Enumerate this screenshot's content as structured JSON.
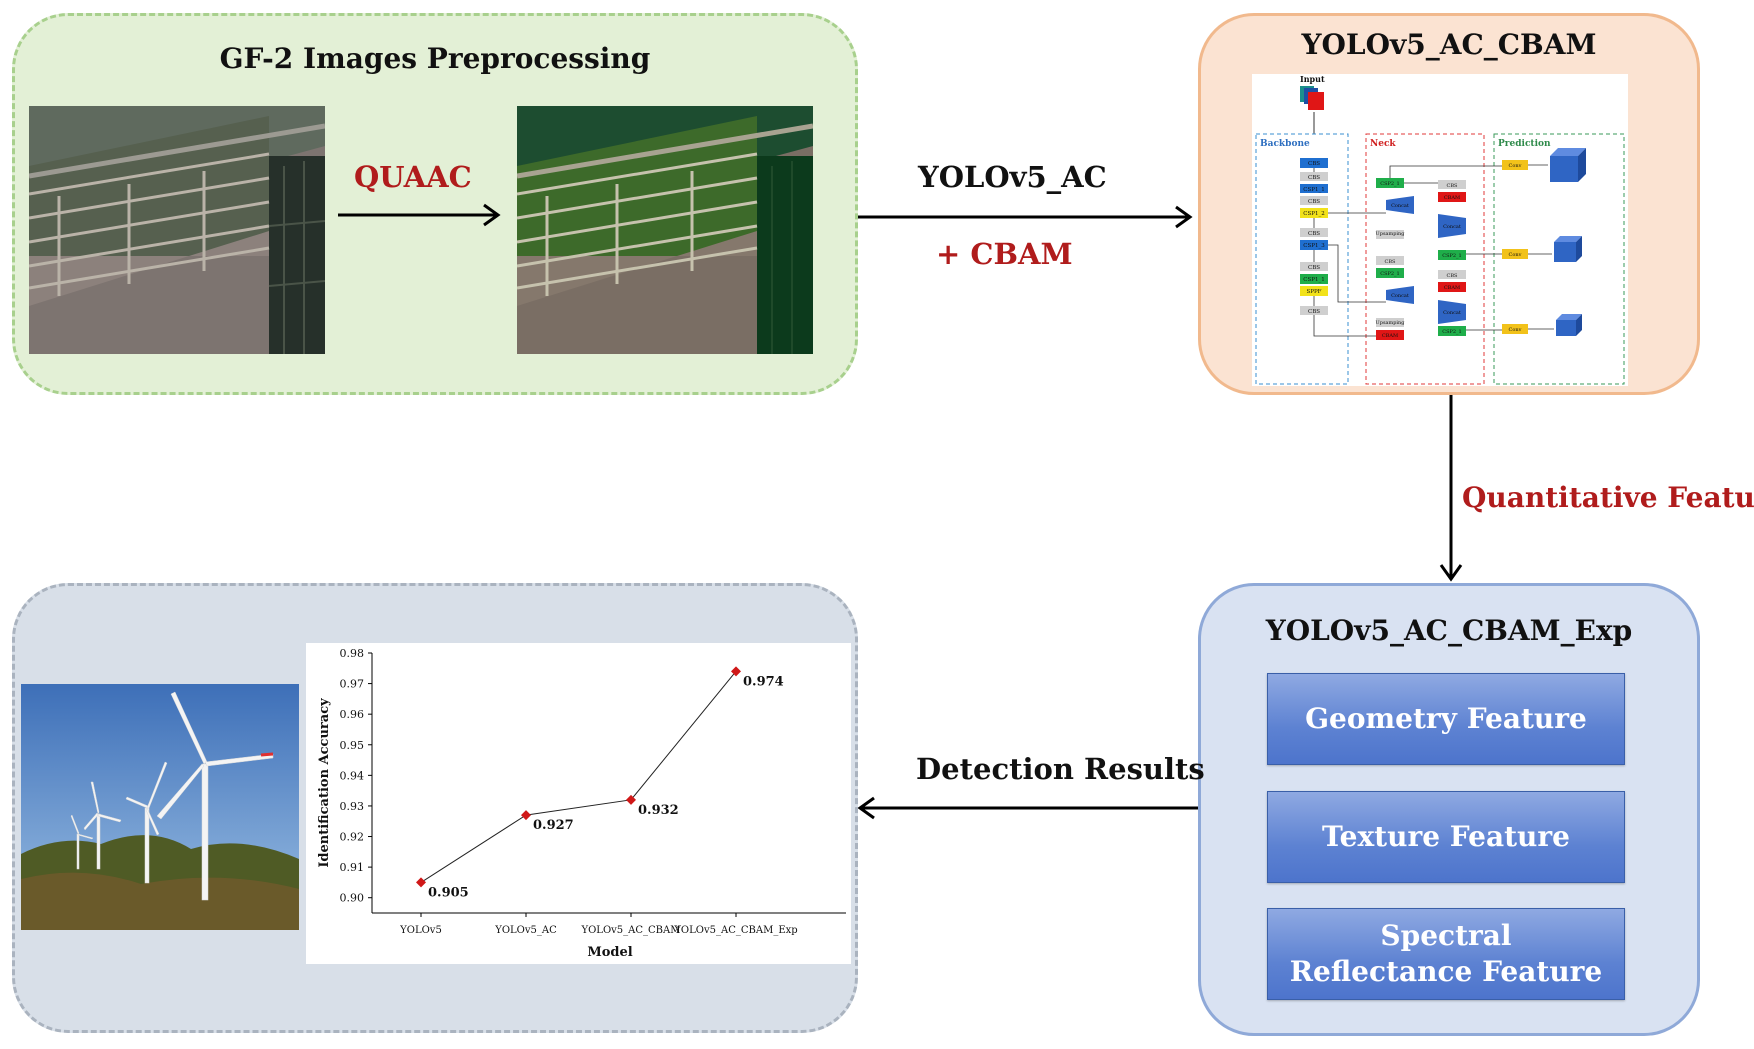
{
  "preprocessing": {
    "title": "GF-2 Images Preprocessing",
    "method_label": "QUAAC"
  },
  "model_panel": {
    "title": "YOLOv5_AC_CBAM",
    "input_label": "Input",
    "sections": [
      "Backbone",
      "Neck",
      "Prediction"
    ],
    "backbone_blocks": [
      "CBS",
      "CBS",
      "CSP1_1",
      "CBS",
      "CSP1_2",
      "CBS",
      "CSP1_3",
      "CBS",
      "CSP1_1",
      "SPPF",
      "CBS"
    ],
    "neck_labels": [
      "CSP2_1",
      "Concat",
      "Upsamping",
      "CBS",
      "CSP2_1",
      "Concat",
      "Upsamping",
      "CBAM",
      "CBS",
      "CBAM",
      "Concat",
      "CSP2_1",
      "CBS",
      "CBAM",
      "Concat",
      "CSP2_1"
    ],
    "prediction_label": "Conv"
  },
  "arrows": {
    "to_model_line1": "YOLOv5_AC",
    "to_model_line2": "+ CBAM",
    "to_exp": "Quantitative Features",
    "to_results": "Detection Results"
  },
  "exp_panel": {
    "title": "YOLOv5_AC_CBAM_Exp",
    "features": [
      "Geometry Feature",
      "Texture Feature",
      "Spectral Reflectance Feature"
    ]
  },
  "colors": {
    "green_panel": "#e3f0d6",
    "orange_panel": "#fbe3d2",
    "blue_panel": "#d9e2f2",
    "grey_panel": "#d8dfe8",
    "accent_red": "#b01c1c",
    "feature_blue": "#5d82d2"
  },
  "chart_data": {
    "type": "line",
    "categories": [
      "YOLOv5",
      "YOLOv5_AC",
      "YOLOv5_AC_CBAM",
      "YOLOv5_AC_CBAM_Exp"
    ],
    "values": [
      0.905,
      0.927,
      0.932,
      0.974
    ],
    "data_labels": [
      "0.905",
      "0.927",
      "0.932",
      "0.974"
    ],
    "xlabel": "Model",
    "ylabel": "Identification Accuracy",
    "ylim": [
      0.895,
      0.98
    ],
    "yticks": [
      "0.90",
      "0.91",
      "0.92",
      "0.93",
      "0.94",
      "0.95",
      "0.96",
      "0.97",
      "0.98"
    ],
    "marker": "diamond",
    "marker_color": "#d01818",
    "grid": false
  }
}
